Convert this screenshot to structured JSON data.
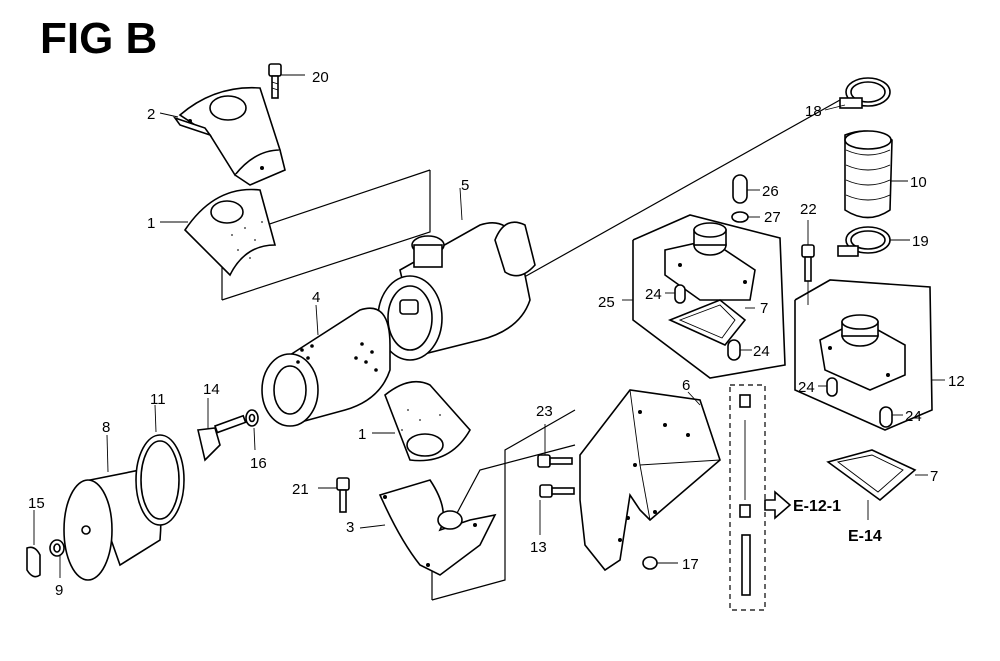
{
  "title": "FIG B",
  "callouts": {
    "c1a": "1",
    "c1b": "1",
    "c2": "2",
    "c3": "3",
    "c4": "4",
    "c5": "5",
    "c6": "6",
    "c7a": "7",
    "c7b": "7",
    "c8": "8",
    "c9": "9",
    "c10": "10",
    "c11": "11",
    "c12": "12",
    "c13": "13",
    "c14": "14",
    "c15": "15",
    "c16": "16",
    "c17": "17",
    "c18": "18",
    "c19": "19",
    "c20": "20",
    "c21": "21",
    "c22": "22",
    "c23": "23",
    "c24a": "24",
    "c24b": "24",
    "c24c": "24",
    "c24d": "24",
    "c25": "25",
    "c26": "26",
    "c27": "27"
  },
  "refs": {
    "e12": "E-12-1",
    "e14": "E-14"
  }
}
